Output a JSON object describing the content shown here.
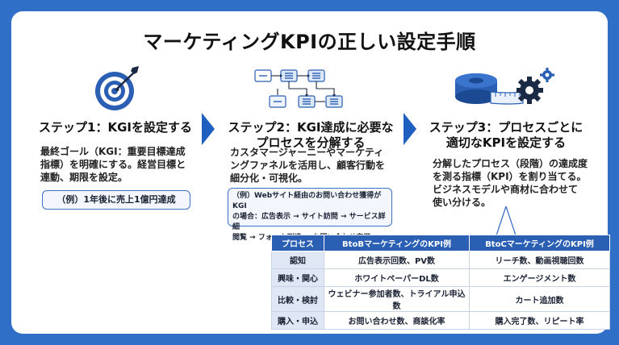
{
  "title": "マーケティングKPIの正しい設定手順",
  "steps": [
    {
      "title_lines": [
        "ステップ1：KGIを設定する"
      ],
      "body_lines": [
        "最終ゴール（KGI：重要目標達成",
        "指標）を明確にする。経営目標と",
        "連動、期限を設定。"
      ],
      "example_lines": [
        "（例）1年後に売上1億円達成"
      ]
    },
    {
      "title_lines": [
        "ステップ2：KGI達成に必要な",
        "プロセスを分解する"
      ],
      "body_lines": [
        "カスタマージャーニーやマーケティ",
        "ングファネルを活用し、顧客行動を",
        "細分化・可視化。"
      ],
      "example_lines": [
        "（例）Webサイト経由のお問い合わせ獲得がKGI",
        "の場合：広告表示 → サイト訪問 → サービス詳細",
        "閲覧 → フォーム到達 → お問い合わせ完了"
      ]
    },
    {
      "title_lines": [
        "ステップ3：プロセスごとに",
        "適切なKPIを設定する"
      ],
      "body_lines": [
        "分解したプロセス（段階）の達成度",
        "を測る指標（KPI）を割り当てる。",
        "ビジネスモデルや商材に合わせて",
        "使い分ける。"
      ]
    }
  ],
  "table": {
    "headers": [
      "プロセス",
      "BtoBマーケティングのKPI例",
      "BtoCマーケティングのKPI例"
    ],
    "rows": [
      [
        "認知",
        "広告表示回数、PV数",
        "リーチ数、動画視聴回数"
      ],
      [
        "興味・関心",
        "ホワイトペーパーDL数",
        "エンゲージメント数"
      ],
      [
        "比較・検討",
        "ウェビナー参加者数、トライアル申込数",
        "カート追加数"
      ],
      [
        "購入・申込",
        "お問い合わせ数、商談化率",
        "購入完了数、リピート率"
      ]
    ]
  },
  "colors": {
    "background": "#2f6fc8",
    "accent": "#2a5fb4",
    "arrow": "#1f5fc0"
  },
  "icons": [
    "target-icon",
    "flowchart-icon",
    "measuring-tape-icon",
    "gear-icon"
  ]
}
